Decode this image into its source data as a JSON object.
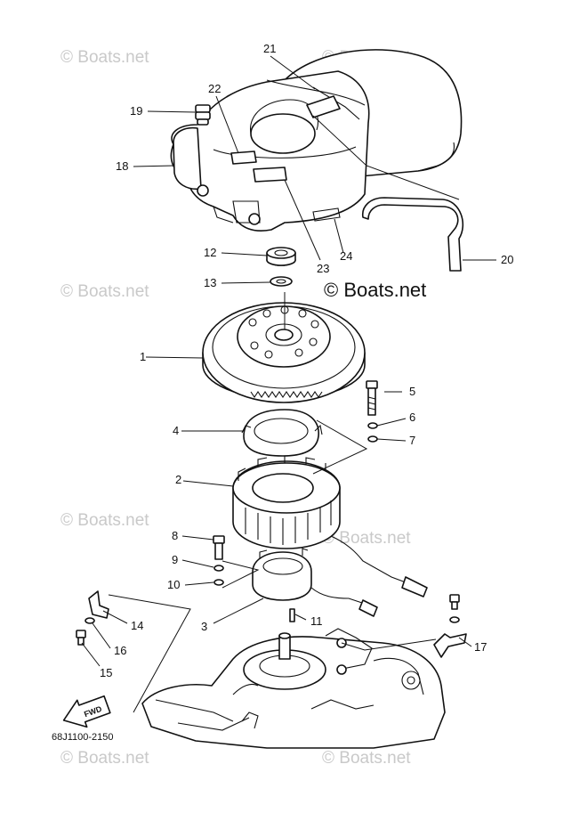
{
  "watermark_text": "© Boats.net",
  "brand_text": "© Boats.net",
  "diagram_code": "68J1100-2150",
  "fwd_label": "FWD",
  "callouts": [
    "1",
    "2",
    "3",
    "4",
    "5",
    "6",
    "7",
    "8",
    "9",
    "10",
    "11",
    "12",
    "13",
    "14",
    "15",
    "16",
    "17",
    "18",
    "19",
    "20",
    "21",
    "22",
    "23",
    "24"
  ]
}
